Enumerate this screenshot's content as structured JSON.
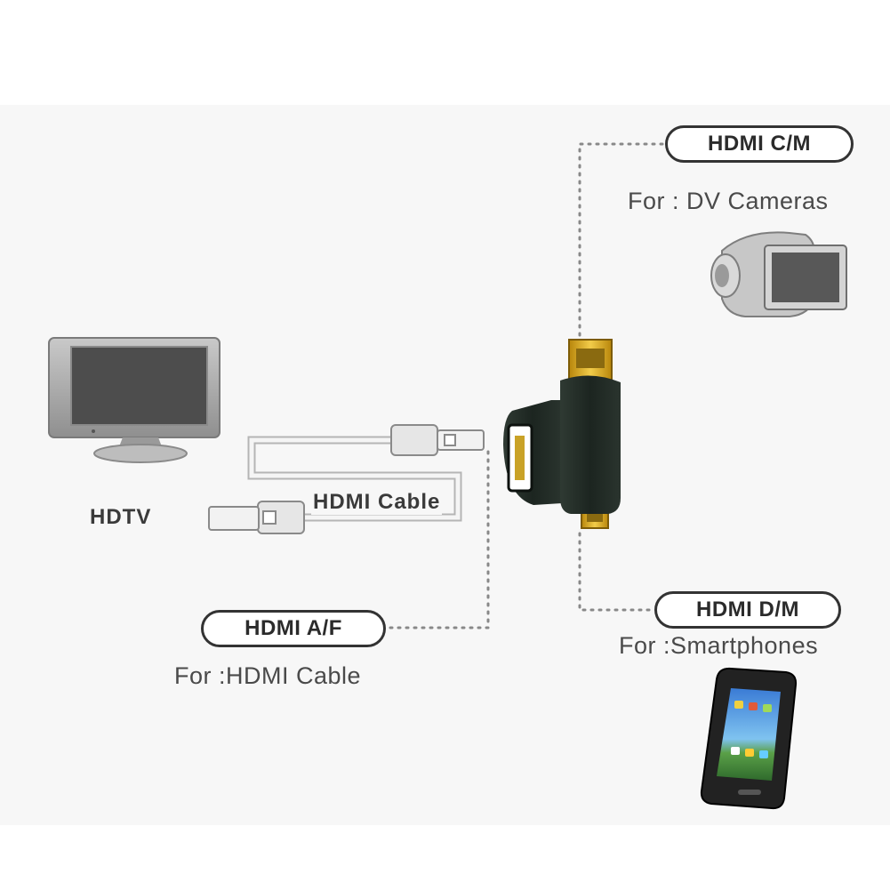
{
  "labels": {
    "hdtv": "HDTV",
    "hdmi_cable": "HDMI Cable",
    "hdmi_cm": "HDMI C/M",
    "hdmi_cm_caption": "For : DV Cameras",
    "hdmi_dm": "HDMI D/M",
    "hdmi_dm_caption": "For :Smartphones",
    "hdmi_af": "HDMI A/F",
    "hdmi_af_caption": "For :HDMI Cable"
  },
  "colors": {
    "adapter_body": "#1f2a24",
    "gold_connector": "#d4a81e",
    "device_gray": "#a9a9a9",
    "screen_dark": "#4a4a4a",
    "dotted_line": "#888888"
  }
}
